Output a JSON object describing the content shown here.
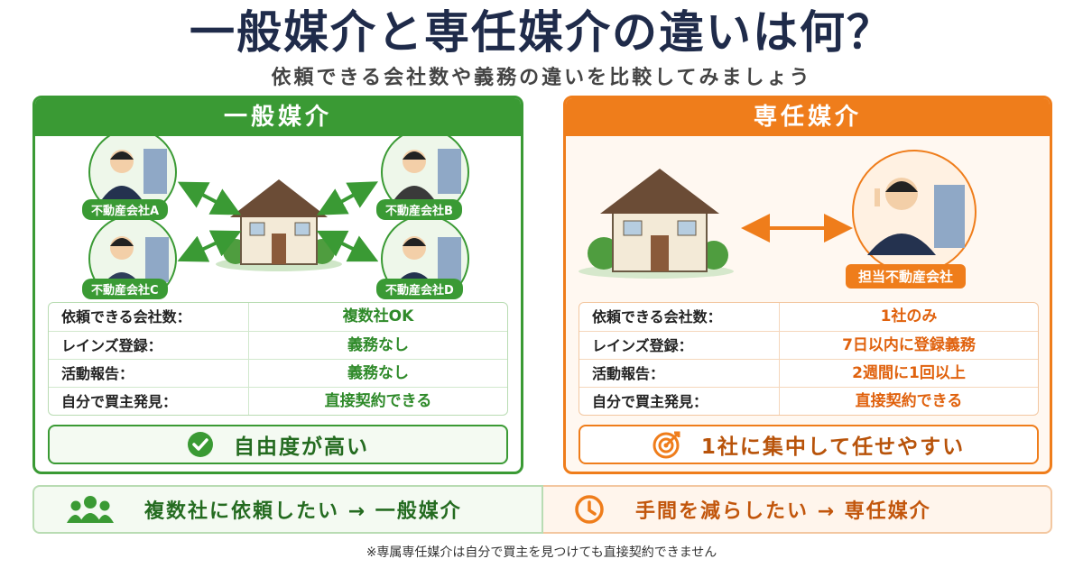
{
  "title": "一般媒介と専任媒介の違いは何？",
  "subtitle": "依頼できる会社数や義務の違いを比較してみましょう",
  "colors": {
    "general": "#3a9a34",
    "exclusive": "#ef7d1b",
    "title": "#1f2b4a"
  },
  "general": {
    "heading": "一般媒介",
    "agents": [
      "不動産会社A",
      "不動産会社B",
      "不動産会社C",
      "不動産会社D"
    ],
    "rows": [
      {
        "key": "依頼できる会社数：",
        "value": "複数社OK"
      },
      {
        "key": "レインズ登録：",
        "value": "義務なし"
      },
      {
        "key": "活動報告：",
        "value": "義務なし"
      },
      {
        "key": "自分で買主発見：",
        "value": "直接契約できる"
      }
    ],
    "summary": "自由度が高い",
    "summary_icon": "check-circle-icon"
  },
  "exclusive": {
    "heading": "専任媒介",
    "agent": "担当不動産会社",
    "rows": [
      {
        "key": "依頼できる会社数：",
        "value": "1社のみ"
      },
      {
        "key": "レインズ登録：",
        "value": "7日以内に登録義務"
      },
      {
        "key": "活動報告：",
        "value": "2週間に1回以上"
      },
      {
        "key": "自分で買主発見：",
        "value": "直接契約できる"
      }
    ],
    "summary": "1社に集中して任せやすい",
    "summary_icon": "target-icon"
  },
  "bottom": {
    "left": "複数社に依頼したい → 一般媒介",
    "left_icon": "group-icon",
    "right": "手間を減らしたい → 専任媒介",
    "right_icon": "clock-icon"
  },
  "footnote": "※専属専任媒介は自分で買主を見つけても直接契約できません"
}
